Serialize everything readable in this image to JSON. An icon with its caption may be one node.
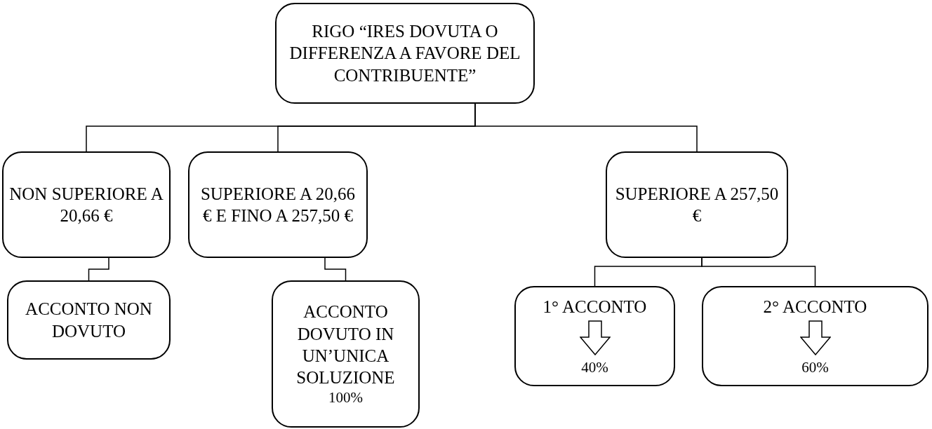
{
  "diagram": {
    "nodes": [
      {
        "text": [
          "RIGO “IRES DOVUTA O DIFFERENZA A FAVORE DEL CONTRIBUENTE”"
        ]
      },
      {
        "text": [
          "NON SUPERIORE A 20,66 €"
        ]
      },
      {
        "text": [
          "SUPERIORE A 20,66 € E FINO A 257,50 €"
        ]
      },
      {
        "text": [
          "SUPERIORE A 257,50 €"
        ]
      },
      {
        "text": [
          "ACCONTO NON DOVUTO"
        ]
      },
      {
        "text": [
          "ACCONTO DOVUTO IN UN’UNICA SOLUZIONE",
          "100%"
        ]
      },
      {
        "text": [
          "1° ACCONTO",
          "40%"
        ]
      },
      {
        "text": [
          "2° ACCONTO",
          "60%"
        ]
      }
    ],
    "edges": [
      {
        "from": 0,
        "to": 1,
        "arrow": "none"
      },
      {
        "from": 0,
        "to": 2,
        "arrow": "none"
      },
      {
        "from": 0,
        "to": 3,
        "arrow": "none"
      },
      {
        "from": 1,
        "to": 4,
        "arrow": "none"
      },
      {
        "from": 2,
        "to": 5,
        "arrow": "none"
      },
      {
        "from": 3,
        "to": 6,
        "arrow": "none"
      },
      {
        "from": 3,
        "to": 7,
        "arrow": "none"
      }
    ]
  }
}
